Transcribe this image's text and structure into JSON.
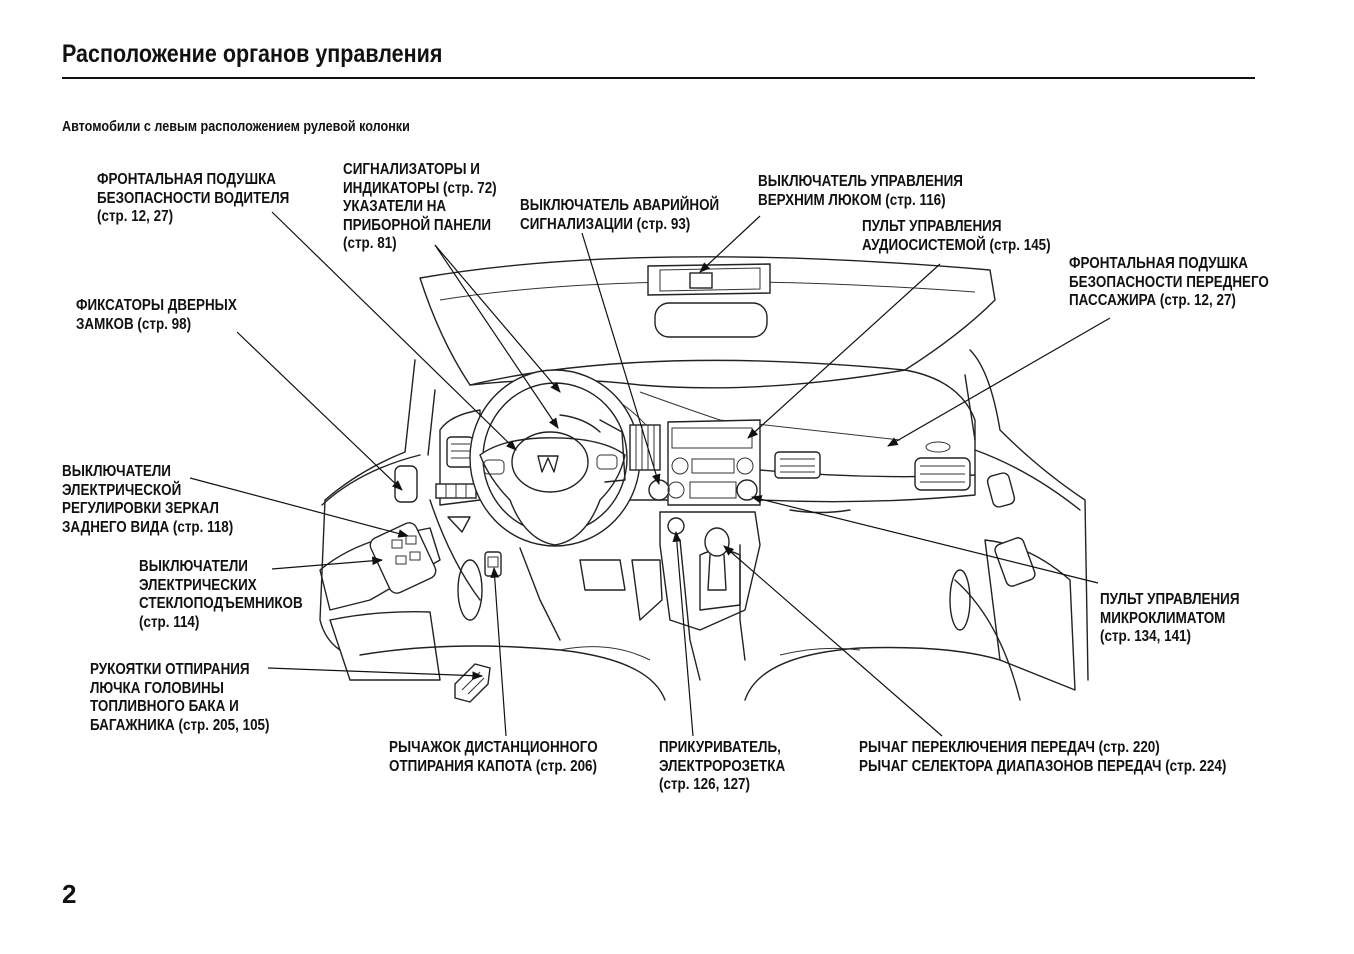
{
  "page": {
    "title": "Расположение органов управления",
    "subtitle": "Автомобили с левым расположением рулевой колонки",
    "page_number": "2"
  },
  "labels": {
    "driver_airbag": "ФРОНТАЛЬНАЯ ПОДУШКА\nБЕЗОПАСНОСТИ ВОДИТЕЛЯ\n(стр. 12, 27)",
    "indicators": "СИГНАЛИЗАТОРЫ И\nИНДИКАТОРЫ (стр. 72)\nУКАЗАТЕЛИ НА\nПРИБОРНОЙ ПАНЕЛИ\n(стр. 81)",
    "hazard_switch": "ВЫКЛЮЧАТЕЛЬ АВАРИЙНОЙ\nСИГНАЛИЗАЦИИ (стр. 93)",
    "moonroof_switch": "ВЫКЛЮЧАТЕЛЬ УПРАВЛЕНИЯ\nВЕРХНИМ ЛЮКОМ (стр. 116)",
    "audio_panel": "ПУЛЬТ УПРАВЛЕНИЯ\nАУДИОСИСТЕМОЙ (стр. 145)",
    "passenger_airbag": "ФРОНТАЛЬНАЯ ПОДУШКА\nБЕЗОПАСНОСТИ ПЕРЕДНЕГО\nПАССАЖИРА (стр. 12, 27)",
    "door_locks": "ФИКСАТОРЫ ДВЕРНЫХ\nЗАМКОВ (стр. 98)",
    "mirror_switches": "ВЫКЛЮЧАТЕЛИ\nЭЛЕКТРИЧЕСКОЙ\nРЕГУЛИРОВКИ ЗЕРКАЛ\nЗАДНЕГО ВИДА (стр. 118)",
    "window_switches": "ВЫКЛЮЧАТЕЛИ\nЭЛЕКТРИЧЕСКИХ\nСТЕКЛОПОДЪЕМНИКОВ\n(стр. 114)",
    "fuel_trunk_release": "РУКОЯТКИ ОТПИРАНИЯ\nЛЮЧКА ГОЛОВИНЫ\nТОПЛИВНОГО БАКА И\nБАГАЖНИКА (стр. 205, 105)",
    "hood_release": "РЫЧАЖОК ДИСТАНЦИОННОГО\nОТПИРАНИЯ КАПОТА (стр. 206)",
    "cigarette_lighter": "ПРИКУРИВАТЕЛЬ,\nЭЛЕКТРОРОЗЕТКА\n(стр. 126, 127)",
    "shift_lever": "РЫЧАГ ПЕРЕКЛЮЧЕНИЯ ПЕРЕДАЧ (стр. 220)\nРЫЧАГ СЕЛЕКТОРА ДИАПАЗОНОВ ПЕРЕДАЧ (стр. 224)",
    "climate_panel": "ПУЛЬТ УПРАВЛЕНИЯ\nМИКРОКЛИМАТОМ\n(стр. 134, 141)"
  }
}
